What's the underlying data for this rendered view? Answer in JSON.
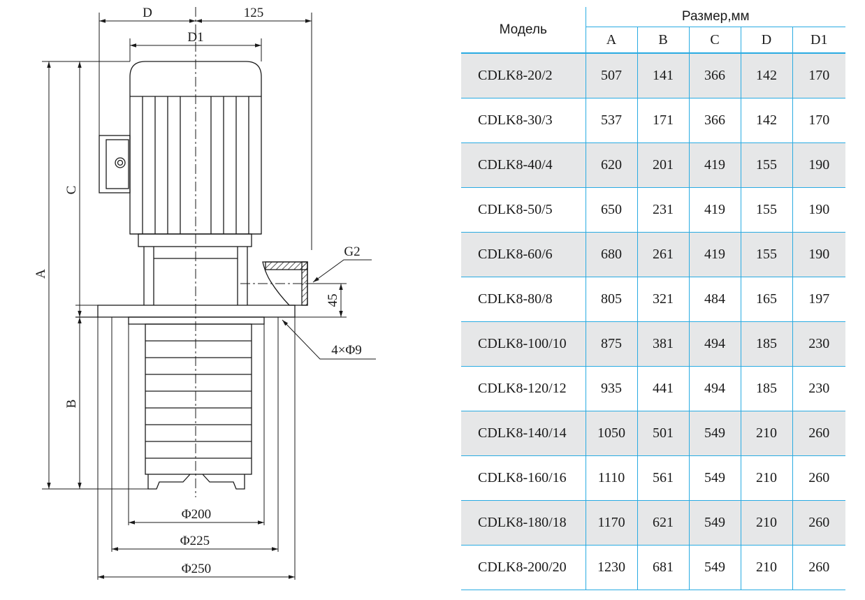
{
  "drawing": {
    "labels": {
      "D": "D",
      "d125": "125",
      "D1": "D1",
      "C": "C",
      "A": "A",
      "B": "B",
      "G2": "G2",
      "d45": "45",
      "holes": "4×Φ9",
      "phi200": "Φ200",
      "phi225": "Φ225",
      "phi250": "Φ250"
    }
  },
  "table": {
    "model_header": "Модель",
    "size_header": "Размер,мм",
    "columns": [
      "A",
      "B",
      "C",
      "D",
      "D1"
    ],
    "rows": [
      {
        "model": "CDLK8-20/2",
        "values": [
          "507",
          "141",
          "366",
          "142",
          "170"
        ]
      },
      {
        "model": "CDLK8-30/3",
        "values": [
          "537",
          "171",
          "366",
          "142",
          "170"
        ]
      },
      {
        "model": "CDLK8-40/4",
        "values": [
          "620",
          "201",
          "419",
          "155",
          "190"
        ]
      },
      {
        "model": "CDLK8-50/5",
        "values": [
          "650",
          "231",
          "419",
          "155",
          "190"
        ]
      },
      {
        "model": "CDLK8-60/6",
        "values": [
          "680",
          "261",
          "419",
          "155",
          "190"
        ]
      },
      {
        "model": "CDLK8-80/8",
        "values": [
          "805",
          "321",
          "484",
          "165",
          "197"
        ]
      },
      {
        "model": "CDLK8-100/10",
        "values": [
          "875",
          "381",
          "494",
          "185",
          "230"
        ]
      },
      {
        "model": "CDLK8-120/12",
        "values": [
          "935",
          "441",
          "494",
          "185",
          "230"
        ]
      },
      {
        "model": "CDLK8-140/14",
        "values": [
          "1050",
          "501",
          "549",
          "210",
          "260"
        ]
      },
      {
        "model": "CDLK8-160/16",
        "values": [
          "1110",
          "561",
          "549",
          "210",
          "260"
        ]
      },
      {
        "model": "CDLK8-180/18",
        "values": [
          "1170",
          "621",
          "549",
          "210",
          "260"
        ]
      },
      {
        "model": "CDLK8-200/20",
        "values": [
          "1230",
          "681",
          "549",
          "210",
          "260"
        ]
      }
    ]
  },
  "colors": {
    "line": "#1a1a1a",
    "accent": "#29abe2",
    "row_shade": "#e6e7e8"
  }
}
